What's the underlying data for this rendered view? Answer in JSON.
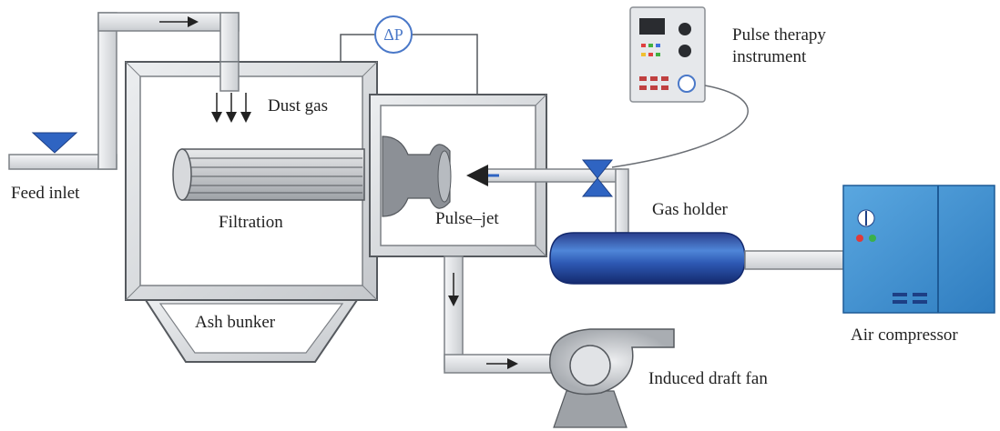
{
  "labels": {
    "dust_gas": "Dust gas",
    "feed_inlet": "Feed inlet",
    "filtration": "Filtration",
    "ash_bunker": "Ash bunker",
    "pulse_jet": "Pulse–jet",
    "pulse_therapy_line1": "Pulse therapy",
    "pulse_therapy_line2": "instrument",
    "gas_holder": "Gas holder",
    "air_compressor": "Air compressor",
    "induced_draft_fan": "Induced draft fan",
    "delta_p": "ΔP"
  },
  "colors": {
    "pipe_fill": "#e4e6e9",
    "pipe_stroke": "#7d8186",
    "chamber_frame": "#d9dbde",
    "accent_blue": "#2f64c2",
    "compressor_blue": "#3d8fd0",
    "gauge_blue": "#4a78c8"
  },
  "icons": {
    "feed_inlet": "funnel-triangle-icon",
    "valve": "butterfly-valve-icon",
    "fan": "centrifugal-fan-icon",
    "compressor": "air-compressor-icon",
    "controller": "control-panel-icon"
  }
}
